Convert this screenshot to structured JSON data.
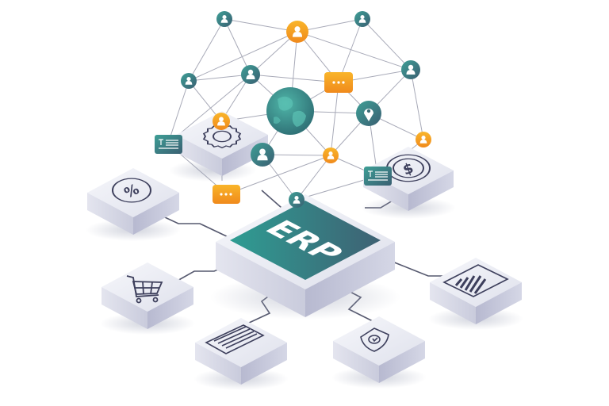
{
  "diagram": {
    "title": "ERP",
    "center_label": "ERP",
    "colors": {
      "teal": "#3a8f8c",
      "teal_dark": "#356b78",
      "orange": "#f7a21b",
      "orange_dark": "#f08a1c",
      "tile_top": "#eceef5",
      "tile_side": "#c7c9dc",
      "line": "#9a9cab",
      "icon_stroke": "#3d3f5c"
    },
    "modules": [
      {
        "id": "discount",
        "icon": "percent-icon"
      },
      {
        "id": "settings",
        "icon": "gear-icon"
      },
      {
        "id": "finance",
        "icon": "dollar-coin-icon"
      },
      {
        "id": "shopping",
        "icon": "shopping-cart-icon"
      },
      {
        "id": "forms",
        "icon": "checklist-window-icon"
      },
      {
        "id": "security",
        "icon": "shield-clock-icon"
      },
      {
        "id": "analytics",
        "icon": "bar-chart-window-icon"
      }
    ],
    "network_nodes": [
      {
        "type": "user",
        "color": "teal"
      },
      {
        "type": "user",
        "color": "orange"
      },
      {
        "type": "user",
        "color": "teal"
      },
      {
        "type": "user",
        "color": "teal"
      },
      {
        "type": "user",
        "color": "teal"
      },
      {
        "type": "chat",
        "color": "orange"
      },
      {
        "type": "user",
        "color": "teal"
      },
      {
        "type": "globe",
        "color": "teal"
      },
      {
        "type": "location",
        "color": "teal"
      },
      {
        "type": "user",
        "color": "orange"
      },
      {
        "type": "user",
        "color": "orange"
      },
      {
        "type": "user",
        "color": "teal"
      },
      {
        "type": "user",
        "color": "orange"
      },
      {
        "type": "document",
        "color": "teal"
      },
      {
        "type": "document",
        "color": "teal"
      },
      {
        "type": "chat",
        "color": "orange"
      },
      {
        "type": "user",
        "color": "teal"
      }
    ]
  }
}
